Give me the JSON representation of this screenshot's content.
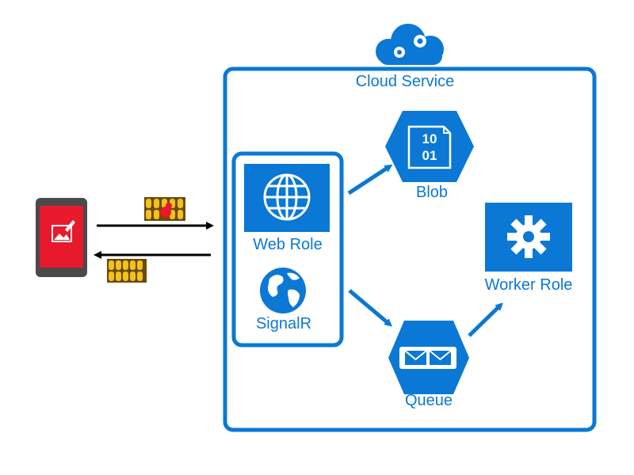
{
  "container": {
    "label": "Cloud Service"
  },
  "web_group": {
    "web_role_label": "Web Role",
    "signalr_label": "SignalR"
  },
  "nodes": {
    "blob": {
      "label": "Blob",
      "glyph_top": "10",
      "glyph_bottom": "01"
    },
    "queue": {
      "label": "Queue"
    },
    "worker": {
      "label": "Worker Role"
    }
  },
  "client": {
    "icon": "mobile-phone-edit-image-icon"
  },
  "colors": {
    "azure_blue": "#0a78d4",
    "phone_body": "#4a4a4a",
    "phone_screen": "#e8192c"
  }
}
